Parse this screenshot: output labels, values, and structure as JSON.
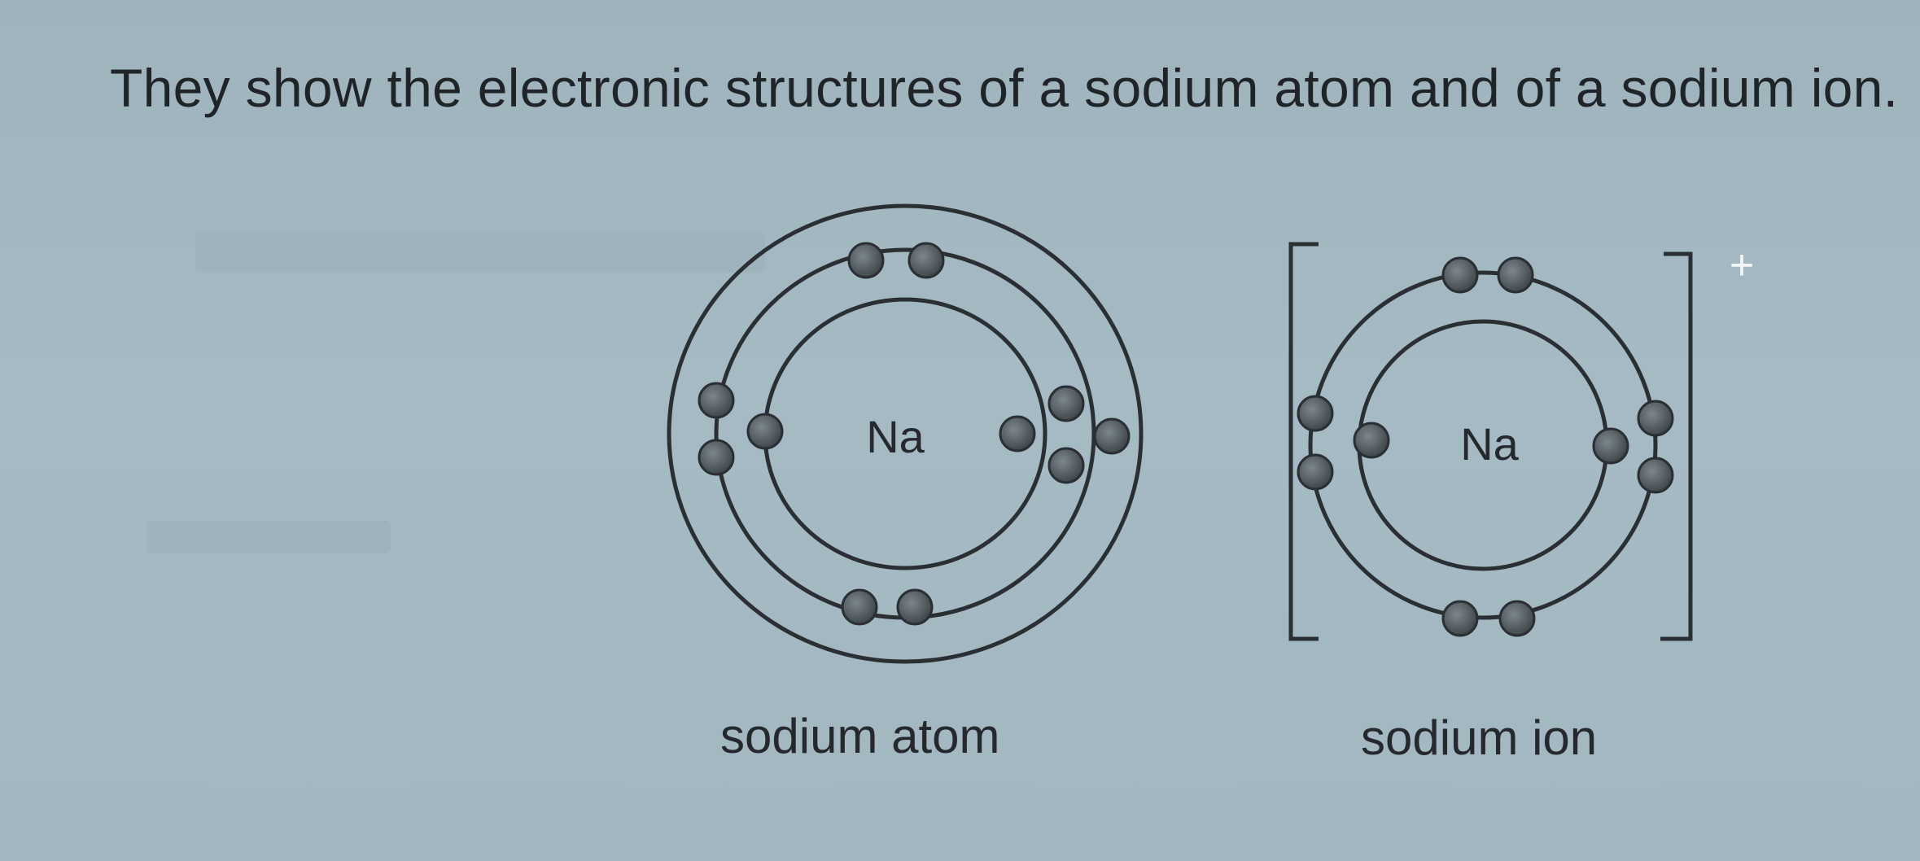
{
  "intro_text": "They show the electronic structures of a sodium atom and of a sodium ion.",
  "atom": {
    "symbol": "Na",
    "caption": "sodium atom"
  },
  "ion": {
    "symbol": "Na",
    "caption": "sodium ion",
    "charge": "+"
  },
  "colors": {
    "ink": "#2a2f33",
    "electron": "#4a5257",
    "paper": "#a3b7c1"
  }
}
